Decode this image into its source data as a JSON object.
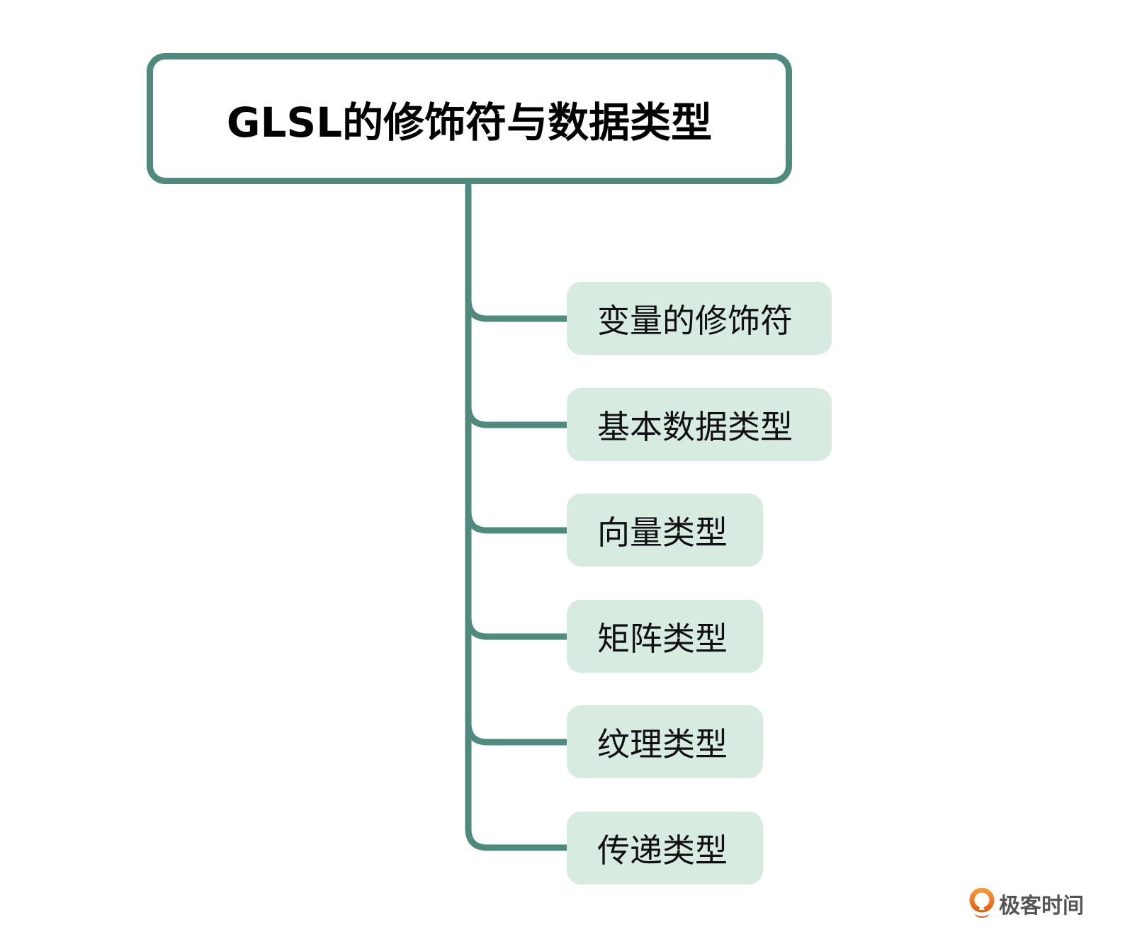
{
  "title": "GLSL的修饰符与数据类型",
  "children": [
    {
      "label": "变量的修饰符"
    },
    {
      "label": "基本数据类型"
    },
    {
      "label": "向量类型"
    },
    {
      "label": "矩阵类型"
    },
    {
      "label": "纹理类型"
    },
    {
      "label": "传递类型"
    }
  ],
  "logo": {
    "text": "极客时间"
  },
  "colors": {
    "line": "#50897e",
    "node_fill": "#d8ebe0",
    "logo_orange": "#ec6a1e"
  }
}
